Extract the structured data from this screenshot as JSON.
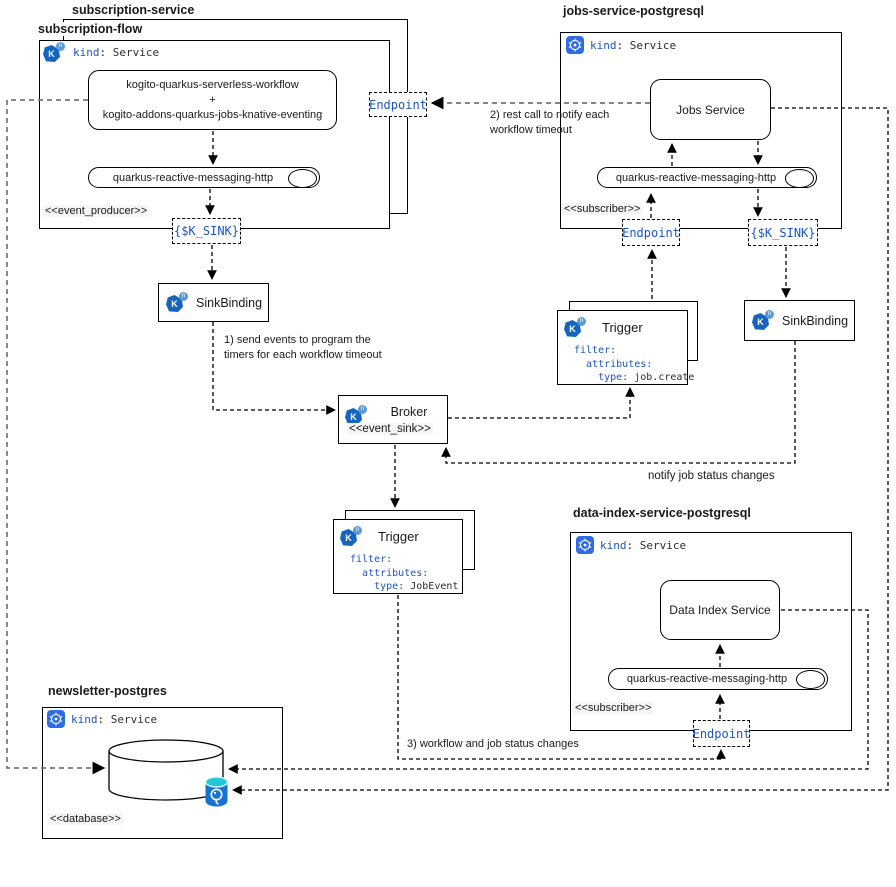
{
  "colors": {
    "code_blue": "#1d55c0",
    "knative_blue": "#1565c0",
    "knative_badge_blue": "#5b9bd5",
    "kubernetes_blue": "#326ce5",
    "postgres_body_blue": "#1673d1",
    "postgres_top_cyan": "#26c6da",
    "label_highlight": "#f5f5f5",
    "connector_black": "#000000",
    "connector_gray": "#757575"
  },
  "icons": {
    "knative_letter": "K",
    "knative_badge": "n"
  },
  "subscription_service": {
    "title": "subscription-service"
  },
  "subscription_flow": {
    "title": "subscription-flow",
    "kind_key": "kind",
    "kind_rest": ": Service",
    "workflow_line1": "kogito-quarkus-serverless-workflow",
    "workflow_plus": "+",
    "workflow_line2": "kogito-addons-quarkus-jobs-knative-eventing",
    "pill_label": "quarkus-reactive-messaging-http",
    "stereotype": "<<event_producer>>",
    "k_sink_label": "{$K_SINK}",
    "endpoint_label": "Endpoint"
  },
  "sink_binding_left": {
    "label": "SinkBinding"
  },
  "broker": {
    "label": "Broker",
    "stereotype": "<<event_sink>>"
  },
  "trigger_job_create": {
    "title": "Trigger",
    "filter_key": "filter:",
    "attributes_key": "attributes:",
    "type_key": "type:",
    "type_value": "job.create"
  },
  "trigger_job_event": {
    "title": "Trigger",
    "filter_key": "filter:",
    "attributes_key": "attributes:",
    "type_key": "type:",
    "type_value": "JobEvent"
  },
  "jobs_service": {
    "title": "jobs-service-postgresql",
    "kind_key": "kind",
    "kind_rest": ": Service",
    "service_label": "Jobs Service",
    "pill_label": "quarkus-reactive-messaging-http",
    "stereotype": "<<subscriber>>",
    "endpoint_label": "Endpoint",
    "k_sink_label": "{$K_SINK}",
    "sink_binding_label": "SinkBinding"
  },
  "data_index_service": {
    "title": "data-index-service-postgresql",
    "kind_key": "kind",
    "kind_rest": ": Service",
    "service_label": "Data Index Service",
    "pill_label": "quarkus-reactive-messaging-http",
    "stereotype": "<<subscriber>>",
    "endpoint_label": "Endpoint"
  },
  "newsletter": {
    "title": "newsletter-postgres",
    "kind_key": "kind",
    "kind_rest": ": Service",
    "stereotype": "<<database>>"
  },
  "annotations": {
    "note1_line1": "1) send events to program the",
    "note1_line2": "timers for each workflow timeout",
    "note2_line1": "2) rest call to notify each",
    "note2_line2": "workflow timeout",
    "note3": "3) workflow and job status changes",
    "notify_label": "notify job status changes"
  }
}
